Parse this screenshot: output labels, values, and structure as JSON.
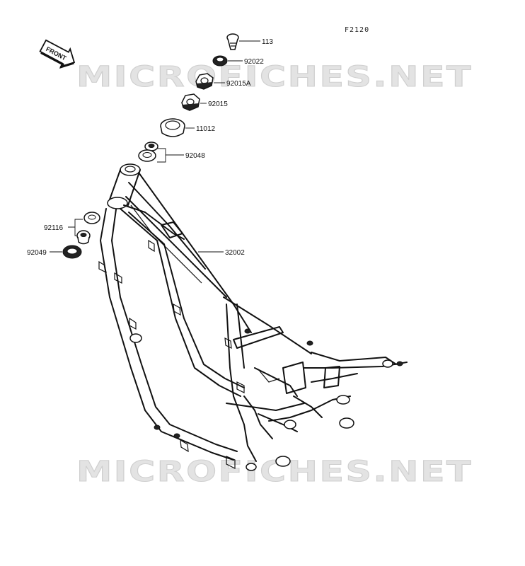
{
  "figure_code": "F2120",
  "front_label": "FRONT",
  "watermarks": [
    "MICROFICHES.NET",
    "MICROFICHES.NET"
  ],
  "callouts": [
    {
      "id": "p113",
      "part_number": "113"
    },
    {
      "id": "p92022",
      "part_number": "92022"
    },
    {
      "id": "p92015A",
      "part_number": "92015A"
    },
    {
      "id": "p92015",
      "part_number": "92015"
    },
    {
      "id": "p11012",
      "part_number": "11012"
    },
    {
      "id": "p92048",
      "part_number": "92048"
    },
    {
      "id": "p92116",
      "part_number": "92116"
    },
    {
      "id": "p92049",
      "part_number": "92049"
    },
    {
      "id": "p32002",
      "part_number": "32002"
    }
  ],
  "colors": {
    "line": "#111111",
    "watermark": "#e3e3e3",
    "background": "#ffffff"
  }
}
